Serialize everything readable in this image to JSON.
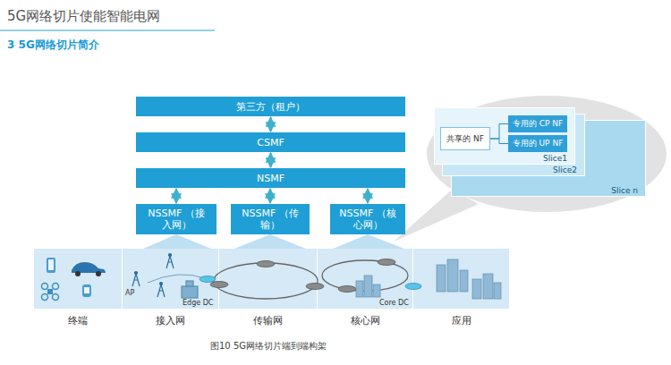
{
  "diagram": {
    "title": "5G网络切片使能智能电网",
    "caption": "图10 5G网络切片端到端构架",
    "nodes": [
      {
        "text": [
          "第三方（租户）"
        ]
      },
      {
        "text": [
          "CSMF"
        ]
      },
      {
        "text": [
          "NSMF"
        ]
      },
      {
        "text": [
          "NSSMF （接入网）"
        ]
      },
      {
        "text": [
          "NSSMF （传输）"
        ]
      },
      {
        "text": [
          "NSSMF （核心网）"
        ]
      },
      {
        "text": [
          "终端"
        ]
      },
      {
        "text": [
          "接入网"
        ]
      },
      {
        "text": [
          "传输网"
        ]
      },
      {
        "text": [
          "核心网"
        ]
      },
      {
        "text": [
          "应用"
        ]
      },
      {
        "text": [
          "Slice n"
        ]
      },
      {
        "text": [
          "Slice2"
        ]
      },
      {
        "text": [
          "Slice1"
        ]
      },
      {
        "text": [
          "共享的 NF"
        ],
        "in": 13
      },
      {
        "text": [
          "专用的 CP NF"
        ],
        "in": 13
      },
      {
        "text": [
          "专用的 UP NF"
        ],
        "in": 13
      }
    ],
    "edges": [
      {
        "from": 0,
        "to": 1,
        "arrow": "both"
      },
      {
        "from": 1,
        "to": 2,
        "arrow": "both"
      },
      {
        "from": 2,
        "to": 3,
        "arrow": "both"
      },
      {
        "from": 2,
        "to": 4,
        "arrow": "both"
      },
      {
        "from": 2,
        "to": 5,
        "arrow": "both"
      },
      {
        "from": 14,
        "to": 15,
        "arrow": "none"
      },
      {
        "from": 14,
        "to": 16,
        "arrow": "none"
      }
    ],
    "labels": [
      "3 5G网络切片简介",
      "AP",
      "Edge DC",
      "Core DC"
    ]
  }
}
